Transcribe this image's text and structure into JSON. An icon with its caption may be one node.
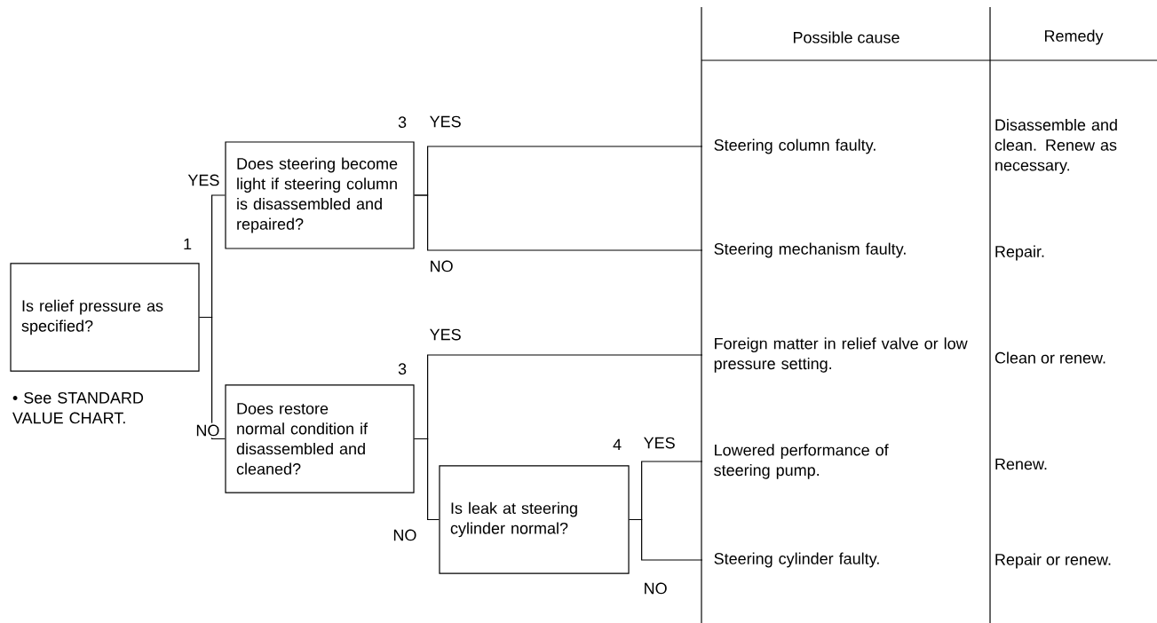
{
  "diagram": {
    "nodes": [
      {
        "text": [
          "Is relief pressure as specified?"
        ],
        "beside": [
          "1",
          "• See STANDARD VALUE CHART."
        ]
      },
      {
        "text": [
          "Does steering become light if steering column is disassembled and repaired?"
        ],
        "beside": [
          "3"
        ]
      },
      {
        "text": [
          "Does restore normal condition if disassembled and cleaned?"
        ],
        "beside": [
          "3"
        ]
      },
      {
        "text": [
          "Is leak at steering cylinder normal?"
        ],
        "beside": [
          "4"
        ]
      },
      {
        "text": [
          "Steering column faulty."
        ]
      },
      {
        "text": [
          "Steering mechanism faulty."
        ]
      },
      {
        "text": [
          "Foreign matter in relief valve or low pressure setting."
        ]
      },
      {
        "text": [
          "Lowered performance of steering pump."
        ]
      },
      {
        "text": [
          "Steering cylinder faulty."
        ]
      }
    ],
    "edges": [
      {
        "from": 0,
        "to": 1,
        "arrow": "none",
        "label": "YES"
      },
      {
        "from": 0,
        "to": 2,
        "arrow": "none",
        "label": "NO"
      },
      {
        "from": 1,
        "to": 4,
        "arrow": "none",
        "label": "YES"
      },
      {
        "from": 1,
        "to": 5,
        "arrow": "none",
        "label": "NO"
      },
      {
        "from": 2,
        "to": 6,
        "arrow": "none",
        "label": "YES"
      },
      {
        "from": 2,
        "to": 3,
        "arrow": "none",
        "label": "NO"
      },
      {
        "from": 3,
        "to": 7,
        "arrow": "none",
        "label": "YES"
      },
      {
        "from": 3,
        "to": 8,
        "arrow": "none",
        "label": "NO"
      }
    ],
    "labels": [
      "Possible cause",
      "Remedy",
      "Disassemble and clean. Renew as necessary.",
      "Repair.",
      "Clean or renew.",
      "Renew.",
      "Repair or renew."
    ]
  }
}
